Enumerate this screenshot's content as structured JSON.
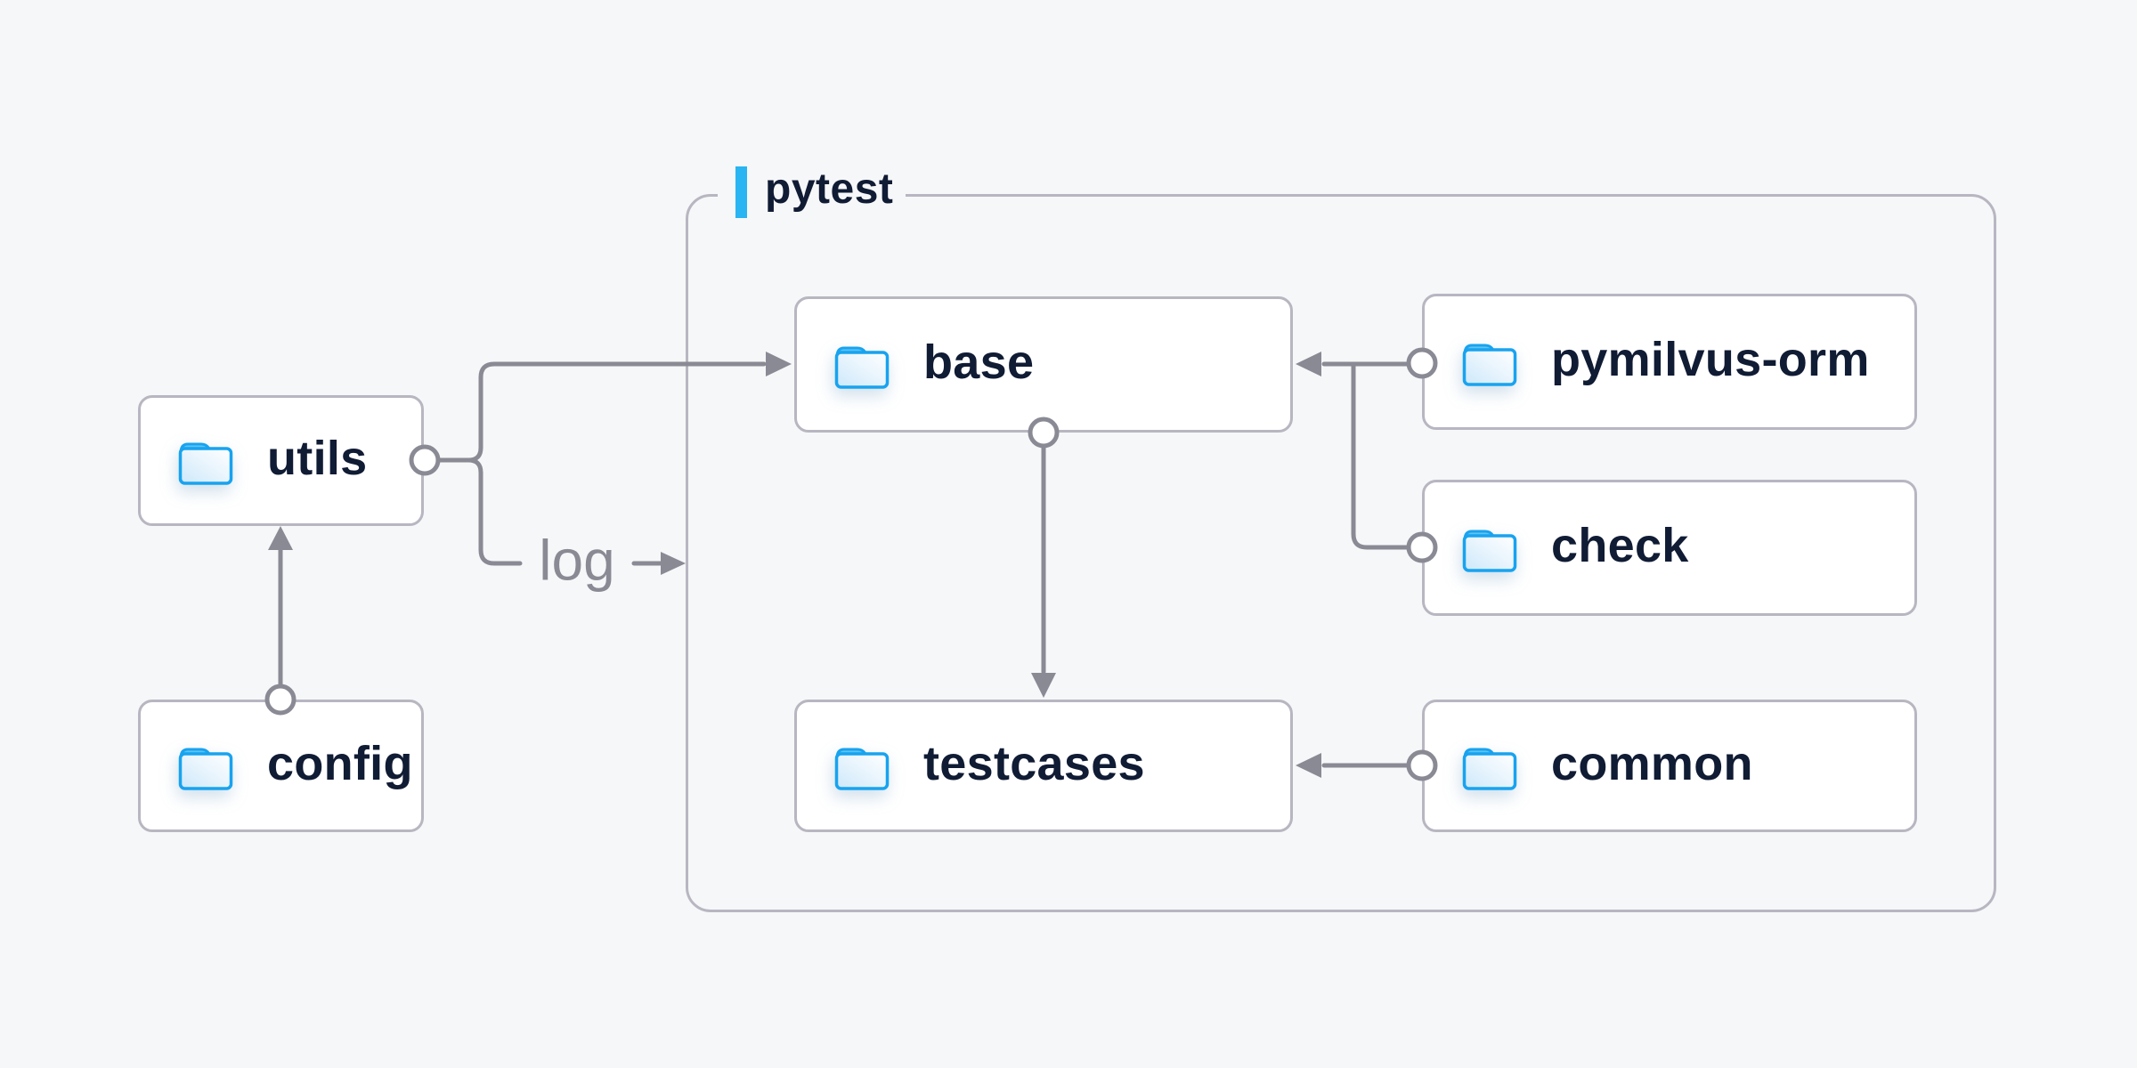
{
  "diagram": {
    "type": "dependency-diagram",
    "group_label": "pytest",
    "log_label": "log",
    "nodes": {
      "utils": "utils",
      "config": "config",
      "base": "base",
      "testcases": "testcases",
      "pymilvus_orm": "pymilvus-orm",
      "check": "check",
      "common": "common"
    },
    "edges": [
      {
        "from": "config",
        "to": "utils"
      },
      {
        "from": "utils",
        "to": "base"
      },
      {
        "from": "utils",
        "to": "pytest",
        "label": "log"
      },
      {
        "from": "base",
        "to": "testcases"
      },
      {
        "from": "pymilvus-orm",
        "to": "base"
      },
      {
        "from": "check",
        "to": "base"
      },
      {
        "from": "common",
        "to": "testcases"
      }
    ],
    "icons": {
      "node_icon": "folder-icon"
    },
    "colors": {
      "background": "#f6f7f8",
      "node_background": "#ffffff",
      "node_border": "#b7b6c1",
      "connector": "#8a8a95",
      "node_text": "#101b34",
      "muted_text": "#8a8a95",
      "accent_blue": "#29b4f2",
      "folder_blue": "#18a3ef"
    }
  }
}
